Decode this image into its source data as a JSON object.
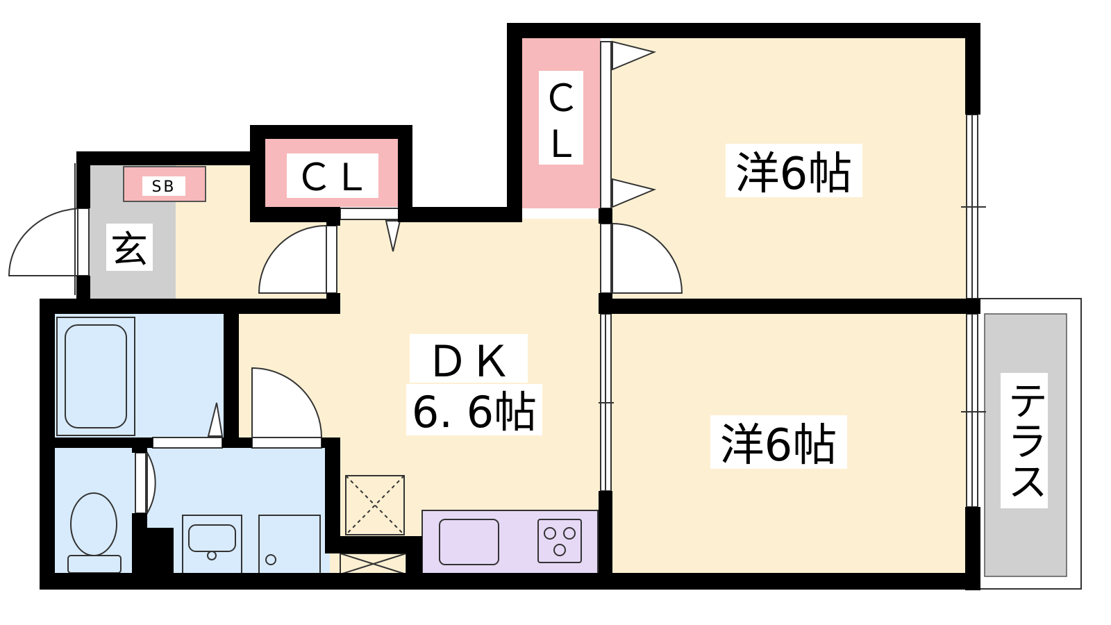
{
  "rooms": {
    "entrance": {
      "label": "玄"
    },
    "shoe_box": {
      "label": "SB"
    },
    "closet_small": {
      "label": "ＣＬ"
    },
    "closet_tall": {
      "label_top": "Ｃ",
      "label_bottom": "Ｌ"
    },
    "western_upper": {
      "label": "洋6帖"
    },
    "western_lower": {
      "label": "洋6帖"
    },
    "dining_kitchen": {
      "label_top": "ＤＫ",
      "label_bottom": "6. 6帖"
    },
    "terrace": {
      "label": "テラス"
    }
  },
  "colors": {
    "wall": "#000000",
    "room_floor": "#fdf0d2",
    "entrance_floor": "#cfcfcf",
    "closet": "#f7b9bb",
    "wet_area": "#d8ebfc",
    "kitchen_counter": "#e6d9f5",
    "terrace": "#d0d0d0"
  }
}
